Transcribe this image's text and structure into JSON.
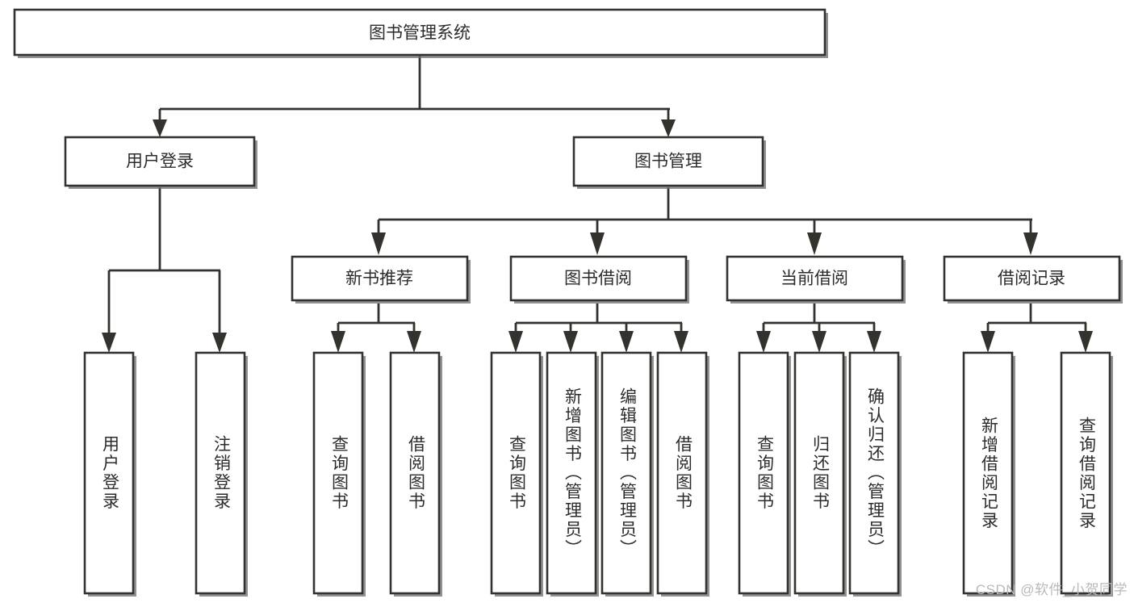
{
  "diagram": {
    "type": "tree",
    "title": "图书管理系统",
    "colors": {
      "box_fill": "#ffffff",
      "box_stroke": "#33322f",
      "shadow": "#6e6e6e",
      "text": "#2c2c2c",
      "watermark": "#b9b9b9",
      "background": "#ffffff"
    },
    "root": {
      "label": "图书管理系统"
    },
    "level2": [
      {
        "label": "用户登录"
      },
      {
        "label": "图书管理"
      }
    ],
    "level3": [
      {
        "label": "新书推荐"
      },
      {
        "label": "图书借阅"
      },
      {
        "label": "当前借阅"
      },
      {
        "label": "借阅记录"
      }
    ],
    "leaves": {
      "user_login": [
        {
          "label": "用户登录"
        },
        {
          "label": "注销登录"
        }
      ],
      "new_book_recommend": [
        {
          "label": "查询图书"
        },
        {
          "label": "借阅图书"
        }
      ],
      "book_borrow": [
        {
          "label": "查询图书"
        },
        {
          "label": "新增图书（管理员）"
        },
        {
          "label": "编辑图书（管理员）"
        },
        {
          "label": "借阅图书"
        }
      ],
      "current_borrow": [
        {
          "label": "查询图书"
        },
        {
          "label": "归还图书"
        },
        {
          "label": "确认归还（管理员）"
        }
      ],
      "borrow_record": [
        {
          "label": "新增借阅记录"
        },
        {
          "label": "查询借阅记录"
        }
      ]
    }
  },
  "watermark": {
    "text": "CSDN @软件_小贺同学"
  }
}
